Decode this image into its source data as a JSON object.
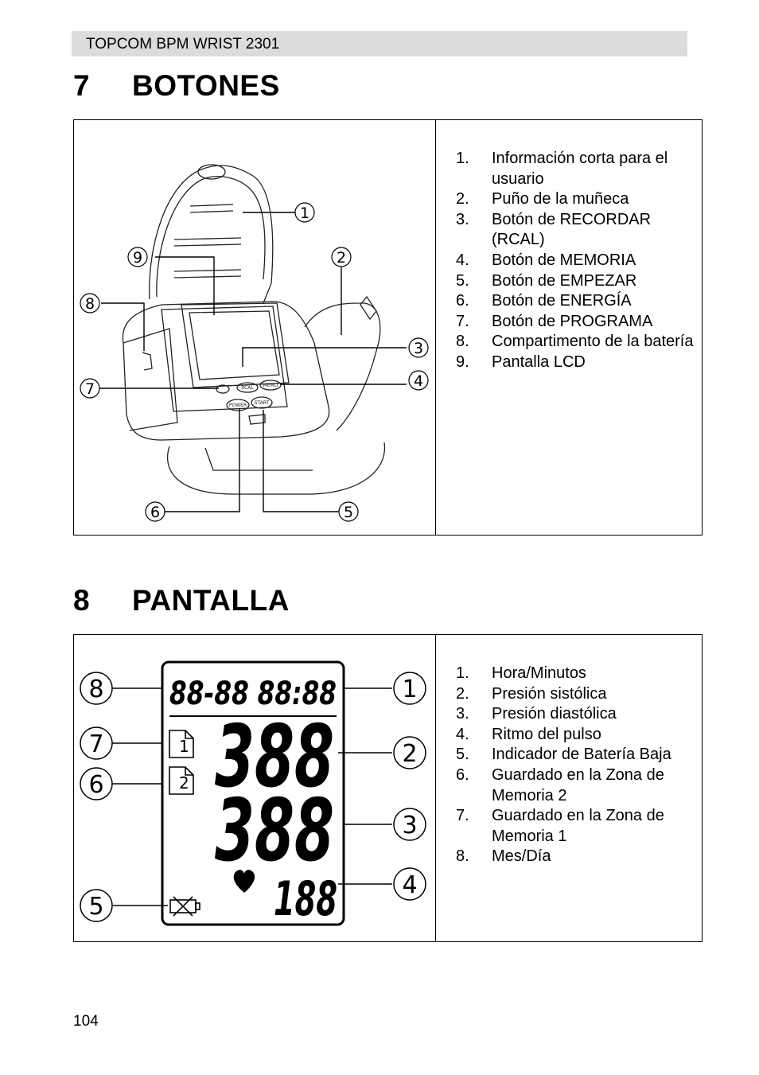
{
  "header": {
    "title": "TOPCOM BPM WRIST 2301"
  },
  "section7": {
    "number": "7",
    "title": "BOTONES",
    "callouts": [
      "1",
      "2",
      "3",
      "4",
      "5",
      "6",
      "7",
      "8",
      "9"
    ],
    "device_labels": {
      "rcal": "RCAL",
      "memo": "MEMO",
      "power": "POWER",
      "start": "START"
    },
    "items": [
      {
        "n": "1.",
        "text": "Información corta para el usuario"
      },
      {
        "n": "2.",
        "text": "Puño de la muñeca"
      },
      {
        "n": "3.",
        "text": "Botón de RECORDAR (RCAL)"
      },
      {
        "n": "4.",
        "text": "Botón de MEMORIA"
      },
      {
        "n": "5.",
        "text": "Botón de EMPEZAR"
      },
      {
        "n": "6.",
        "text": "Botón de ENERGÍA"
      },
      {
        "n": "7.",
        "text": "Botón de PROGRAMA"
      },
      {
        "n": "8.",
        "text": "Compartimento de la batería"
      },
      {
        "n": "9.",
        "text": "Pantalla LCD"
      }
    ]
  },
  "section8": {
    "number": "8",
    "title": "PANTALLA",
    "callouts": [
      "1",
      "2",
      "3",
      "4",
      "5",
      "6",
      "7",
      "8"
    ],
    "lcd": {
      "date_time": "88-88 88:88",
      "systolic": "388",
      "diastolic": "388",
      "pulse": "188",
      "memory1": "1",
      "memory2": "2"
    },
    "items": [
      {
        "n": "1.",
        "text": "Hora/Minutos"
      },
      {
        "n": "2.",
        "text": "Presión sistólica"
      },
      {
        "n": "3.",
        "text": "Presión diastólica"
      },
      {
        "n": "4.",
        "text": "Ritmo del pulso"
      },
      {
        "n": "5.",
        "text": "Indicador de Batería Baja"
      },
      {
        "n": "6.",
        "text": "Guardado en la Zona de Memoria 2"
      },
      {
        "n": "7.",
        "text": "Guardado en la Zona de Memoria 1"
      },
      {
        "n": "8.",
        "text": "Mes/Día"
      }
    ]
  },
  "footer": {
    "page_number": "104"
  }
}
